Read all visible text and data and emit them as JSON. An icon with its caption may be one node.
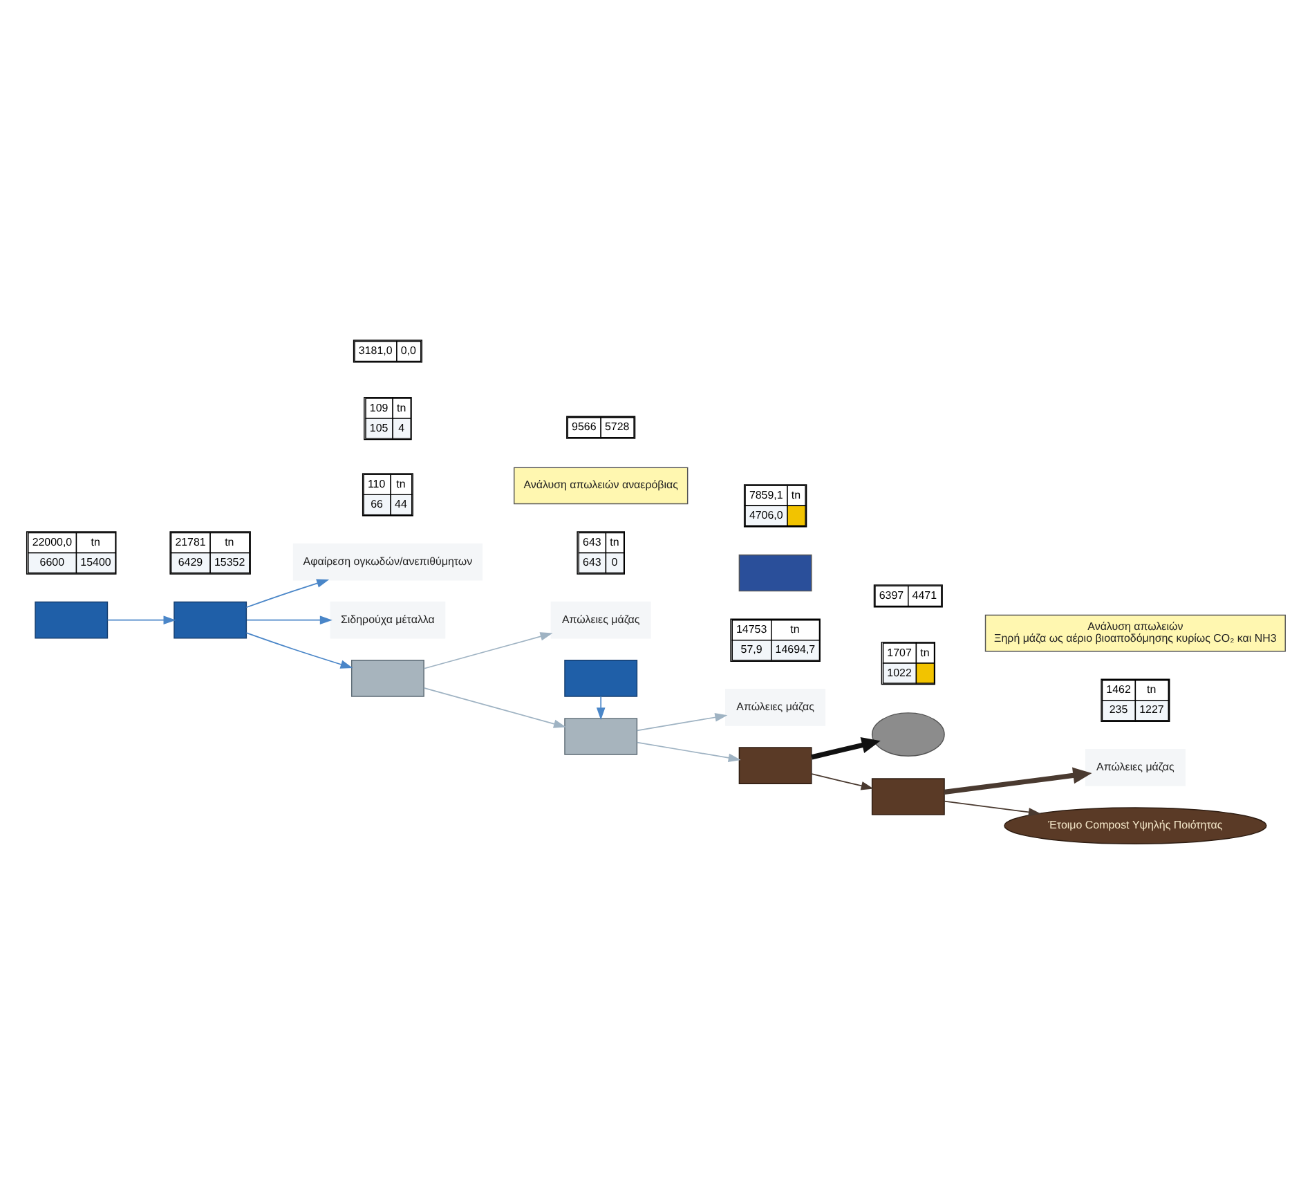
{
  "diagram": {
    "nodes": [
      {
        "text": [],
        "shape": "box"
      },
      {
        "text": [
          "22000,0",
          "tn",
          "6600",
          "15400"
        ]
      },
      {
        "text": [],
        "shape": "box"
      },
      {
        "text": [
          "Αφαίρεση ογκωδών/ανεπιθύμητων"
        ]
      },
      {
        "text": [
          "Σιδηρούχα μέταλλα"
        ]
      },
      {
        "text": [
          "110",
          "tn",
          "66",
          "44"
        ]
      },
      {
        "text": [
          "109",
          "tn",
          "105",
          "4"
        ]
      },
      {
        "text": [
          "21781",
          "tn",
          "6429",
          "15352"
        ]
      },
      {
        "text": [],
        "shape": "box"
      },
      {
        "text": [
          "Απώλειες μάζας"
        ]
      },
      {
        "text": [
          "643",
          "tn",
          "643",
          "0"
        ]
      },
      {
        "text": [
          "Ανάλυση απωλειών αναερόβιας"
        ]
      },
      {
        "text": [],
        "shape": "box"
      },
      {
        "text": [
          "Απώλειες μάζας"
        ]
      },
      {
        "text": [
          "14753",
          "tn",
          "57,9",
          "14694,7"
        ]
      },
      {
        "text": [],
        "shape": "box"
      },
      {
        "text": [],
        "shape": "box"
      },
      {
        "text": [
          "3181,0",
          "0,0"
        ]
      },
      {
        "text": [
          "9566",
          "5728"
        ]
      },
      {
        "text": [],
        "shape": "box"
      },
      {
        "text": [
          "7859,1",
          "tn",
          "4706,0"
        ]
      },
      {
        "text": [],
        "shape": "ellipse"
      },
      {
        "text": [
          "1707",
          "tn",
          "1022"
        ]
      },
      {
        "text": [],
        "shape": "box"
      },
      {
        "text": [
          "Απώλειες μάζας"
        ]
      },
      {
        "text": [
          "1462",
          "tn",
          "235",
          "1227"
        ]
      },
      {
        "text": [
          "Ανάλυση απωλειών",
          "Ξηρή μάζα ως αέριο βιοαποδόμησης κυρίως CO₂ και NH3"
        ]
      },
      {
        "text": [
          "Έτοιμο Compost Υψηλής Ποιότητας"
        ]
      },
      {
        "text": [
          "6397",
          "4471"
        ]
      }
    ],
    "edges": [
      {
        "from": 0,
        "to": 2,
        "arrow": "to"
      },
      {
        "from": 2,
        "to": 3,
        "arrow": "to"
      },
      {
        "from": 2,
        "to": 4,
        "arrow": "to"
      },
      {
        "from": 2,
        "to": 8,
        "arrow": "to"
      },
      {
        "from": 8,
        "to": 9,
        "arrow": "to",
        "color": "#9fb3c3"
      },
      {
        "from": 8,
        "to": 12,
        "arrow": "to",
        "color": "#9fb3c3"
      },
      {
        "from": 12,
        "to": 13,
        "arrow": "to",
        "color": "#9fb3c3"
      },
      {
        "from": 16,
        "to": 12,
        "arrow": "to"
      },
      {
        "from": 12,
        "to": 19,
        "arrow": "to",
        "color": "#9fb3c3"
      },
      {
        "from": 19,
        "to": 21,
        "arrow": "to",
        "style": "thick",
        "color": "#111111"
      },
      {
        "from": 19,
        "to": 23,
        "arrow": "to",
        "color": "#4a3a30"
      },
      {
        "from": 23,
        "to": 24,
        "arrow": "to",
        "style": "thick",
        "color": "#4a3a30"
      },
      {
        "from": 23,
        "to": 27,
        "arrow": "to",
        "color": "#4a3a30"
      }
    ]
  }
}
